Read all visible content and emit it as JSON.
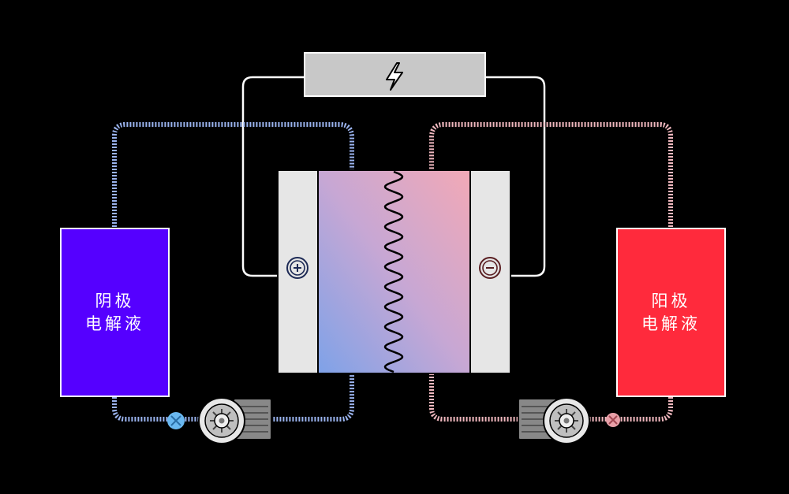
{
  "tanks": {
    "left": {
      "line1": "阴极",
      "line2": "电解液",
      "color": "#5500ff"
    },
    "right": {
      "line1": "阳极",
      "line2": "电解液",
      "color": "#ff2a3c"
    }
  },
  "colors": {
    "background": "#000000",
    "wire": "#ffffff",
    "pipe_left": "#9ab3ee",
    "pipe_right": "#f0b8bf",
    "load_box": "#c8c8c8",
    "electrode": "#e6e6e6",
    "cell_gradient": [
      "#7ea2e8",
      "#c9a6d2",
      "#f0a8b6"
    ]
  },
  "icons": {
    "load": "lightning-icon",
    "positive_terminal": "plus-terminal-icon",
    "negative_terminal": "minus-terminal-icon",
    "membrane": "wavy-membrane",
    "pumps": "pump-icon",
    "valves": "valve-icon"
  }
}
